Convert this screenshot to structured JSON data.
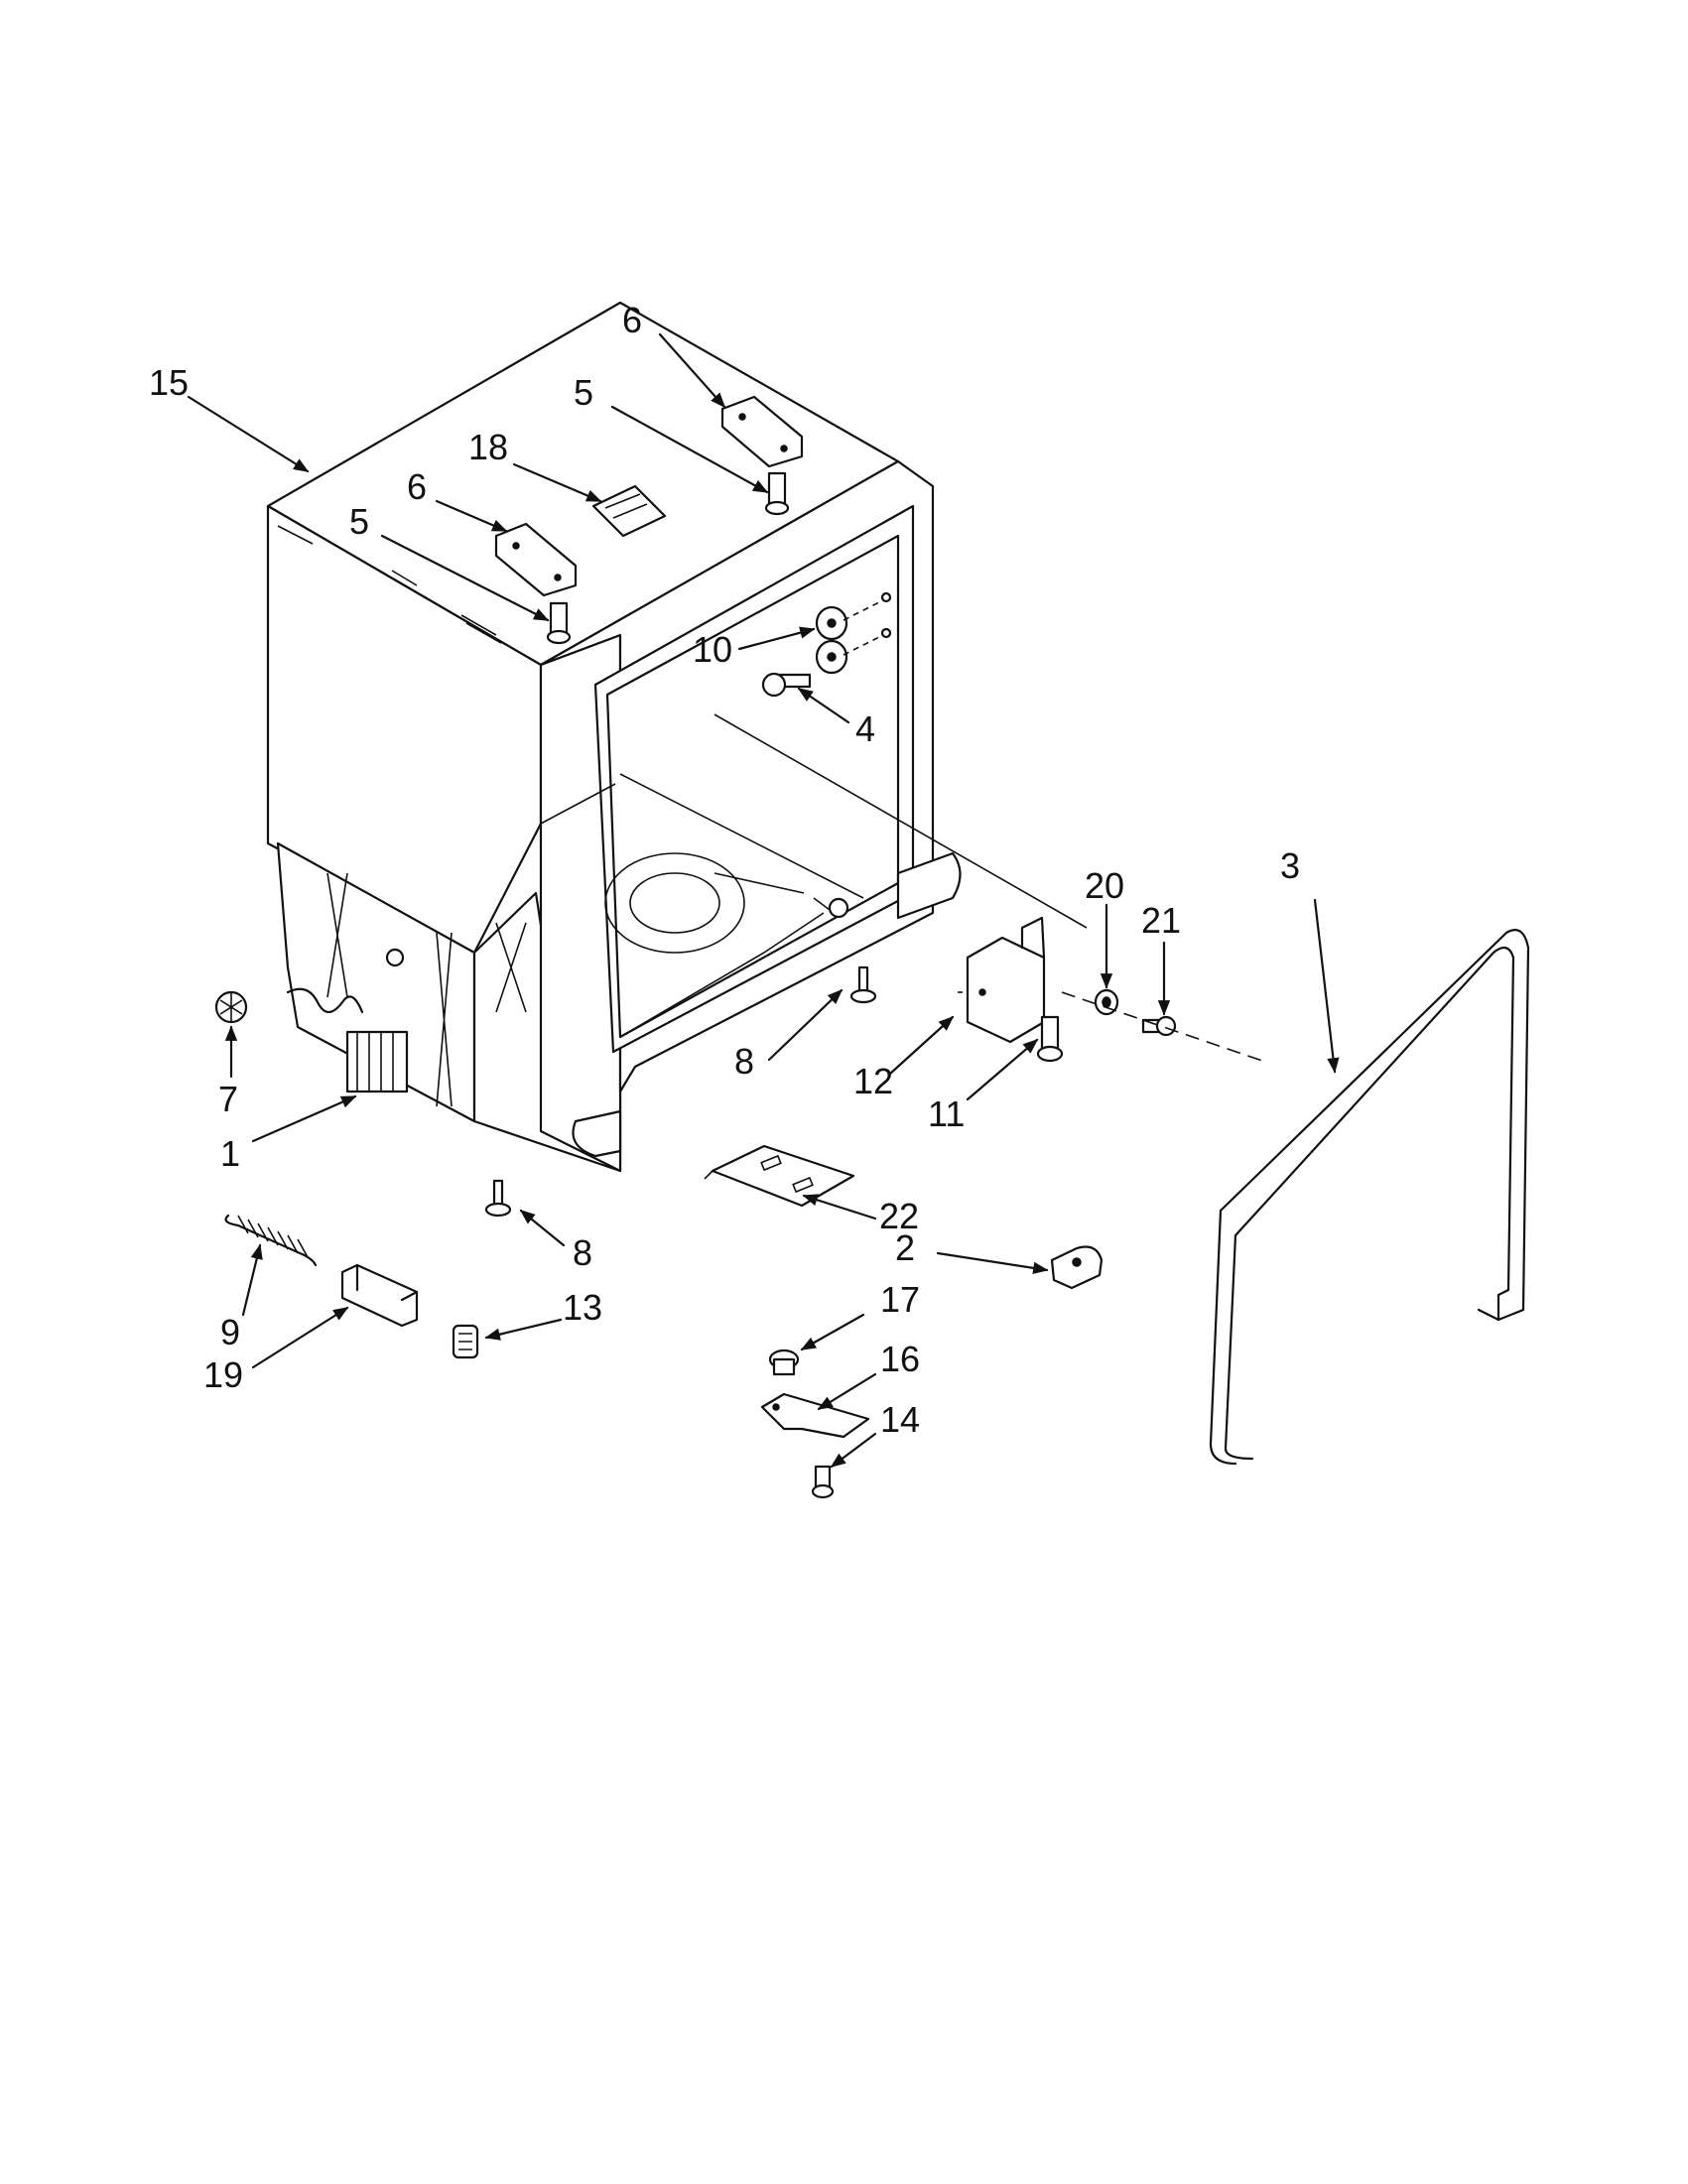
{
  "diagram": {
    "callouts": [
      "15",
      "6",
      "5",
      "18",
      "6",
      "5",
      "10",
      "4",
      "20",
      "21",
      "3",
      "7",
      "1",
      "8",
      "12",
      "11",
      "22",
      "2",
      "8",
      "13",
      "9",
      "19",
      "17",
      "16",
      "14"
    ]
  }
}
